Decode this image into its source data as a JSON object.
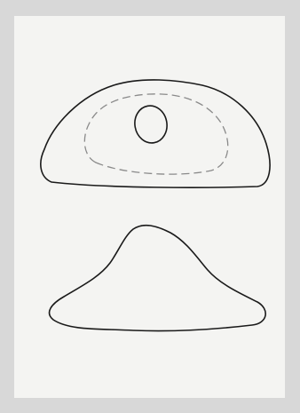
{
  "figure": {
    "background_color": "#d8d8d8",
    "sheet_color": "#f4f4f2",
    "stroke_color": "#1a1a1a",
    "dashed_color": "#8a8a8a",
    "shapes": [
      {
        "name": "upper-outline",
        "style": "solid"
      },
      {
        "name": "inner-dashed-outline",
        "style": "dashed"
      },
      {
        "name": "small-oval",
        "style": "solid"
      },
      {
        "name": "lower-mound-outline",
        "style": "solid"
      }
    ]
  }
}
